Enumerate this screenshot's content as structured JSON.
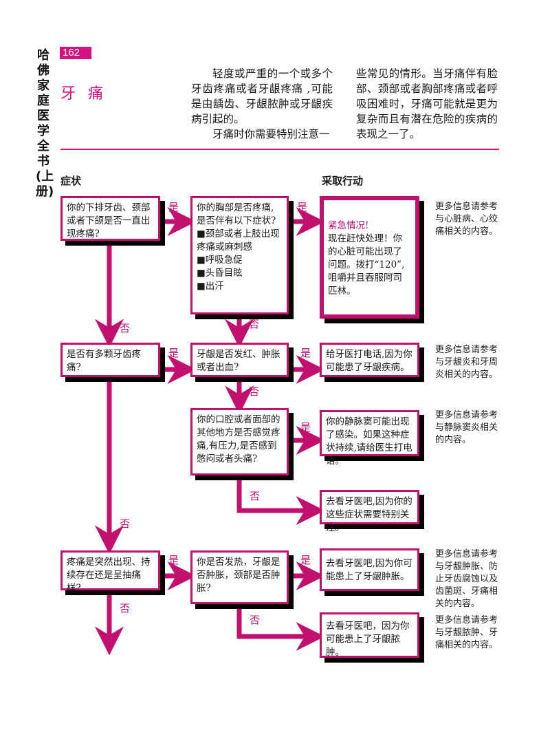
{
  "book": {
    "side_title": "哈佛家庭医学全书(上册)",
    "page_number": "162",
    "chapter_title": "牙痛"
  },
  "intro": {
    "col1": [
      "轻度或严重的一个或多个牙齿疼痛或者牙龈疼痛 ,可能是由龋齿、牙龈脓肿或牙龈疾病引起的。",
      "牙痛时你需要特别注意一"
    ],
    "col2": "些常见的情形。当牙痛伴有脸部、颈部或者胸部疼痛或者呼吸困难时，牙痛可能就是更为复杂而且有潜在危险的疾病的表现之一了。"
  },
  "headers": {
    "symptoms": "症状",
    "action": "采取行动"
  },
  "labels": {
    "yes": "是",
    "no": "否"
  },
  "colors": {
    "accent": "#c2106f",
    "shadow": "#000000"
  },
  "flow": {
    "q1": "你的下排牙齿、颈部或者下颌是否一直出现疼痛?",
    "q1a": {
      "text": "你的胸部是否疼痛,是否伴有以下症状?",
      "bullets": [
        "颈部或者上肢出现疼痛或麻刺感",
        "呼吸急促",
        "头昏目眩",
        "出汗"
      ]
    },
    "a1": {
      "alert": "紧急情况!",
      "text": "现在赶快处理！你的心脏可能出现了问题。拨打“120”,咀嚼并且吞服阿司匹林。"
    },
    "n1": "更多信息请参考与心脏病、心绞痛相关的内容。",
    "q2": "是否有多颗牙齿疼痛?",
    "q2a": "牙龈是否发红、肿胀或者出血?",
    "a2": "给牙医打电话,因为你可能患了牙龈疾病。",
    "n2": "更多信息请参考与牙龈炎和牙周炎相关的内容。",
    "q2b": "你的口腔或者面部的其他地方是否感觉疼痛,有压力,是否感到憋闷或者头痛?",
    "a3": "你的静脉窦可能出现了感染。如果这种症状持续,请给医生打电话。",
    "n3": "更多信息请参考与静脉窦炎相关的内容。",
    "a4": "去看牙医吧,因为你的这些症状需要特别关注。",
    "q3": "疼痛是突然出现、持续存在还是呈抽痛样?",
    "q3a": "你是否发热，牙龈是否肿胀，颈部是否肿胀?",
    "a5": "去看牙医吧,因为你可能患上了牙龈肿胀。",
    "n5": "更多信息请参考与牙龈肿胀、防止牙齿腐蚀以及齿菌斑、牙痛相关的内容。",
    "a6": "去看牙医吧，因为你可能患上了牙龈脓肿。",
    "n6": "更多信息请参考与牙龈脓肿、牙痛相关的内容。"
  }
}
